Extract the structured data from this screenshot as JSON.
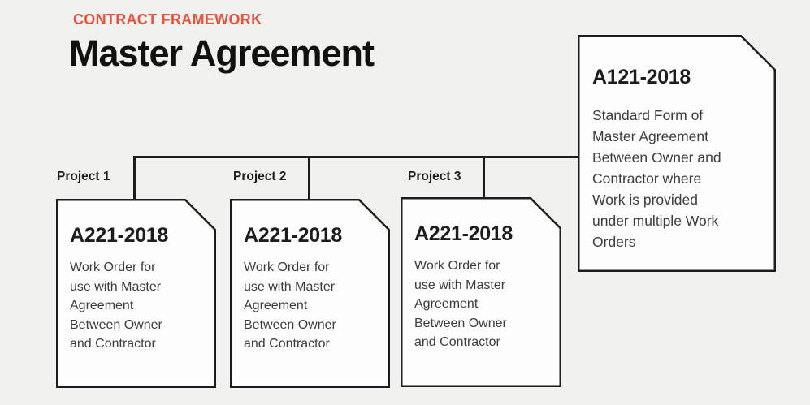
{
  "header": {
    "eyebrow": "CONTRACT FRAMEWORK",
    "title": "Master Agreement"
  },
  "master_card": {
    "title": "A121-2018",
    "description_lines": [
      "Standard Form of",
      "Master Agreement",
      "Between Owner and",
      "Contractor where",
      "Work is provided",
      "under multiple Work",
      "Orders"
    ]
  },
  "projects": [
    {
      "label": "Project 1",
      "card_title": "A221-2018",
      "description_lines": [
        "Work Order for",
        "use with Master",
        "Agreement",
        "Between Owner",
        "and Contractor"
      ]
    },
    {
      "label": "Project 2",
      "card_title": "A221-2018",
      "description_lines": [
        "Work Order for",
        "use with Master",
        "Agreement",
        "Between Owner",
        "and Contractor"
      ]
    },
    {
      "label": "Project 3",
      "card_title": "A221-2018",
      "description_lines": [
        "Work Order for",
        "use with Master",
        "Agreement",
        "Between Owner",
        "and Contractor"
      ]
    }
  ],
  "colors": {
    "background": "#f1f1ef",
    "accent_red": "#e5533e",
    "card_fill": "#fdfdfd",
    "line_ink": "#1d1d1b",
    "body_text": "#3d3d3d"
  }
}
